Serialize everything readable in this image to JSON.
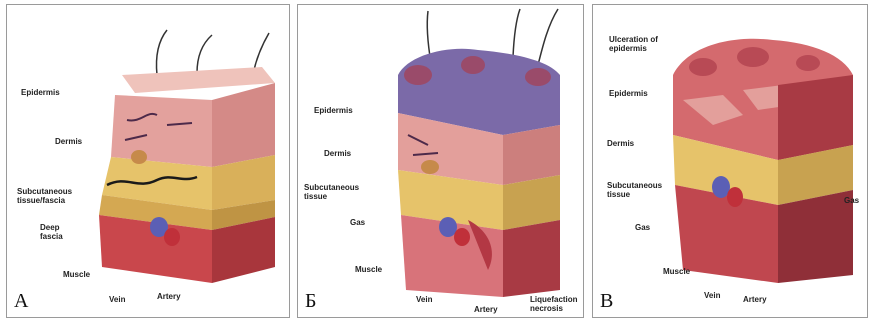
{
  "panels": [
    {
      "letter": "А",
      "labels": {
        "epidermis": "Epidermis",
        "dermis": "Dermis",
        "subcutaneous": "Subcutaneous tissue/fascia",
        "deep_fascia": "Deep fascia",
        "muscle": "Muscle",
        "vein": "Vein",
        "artery": "Artery"
      }
    },
    {
      "letter": "Б",
      "labels": {
        "epidermis": "Epidermis",
        "dermis": "Dermis",
        "subcutaneous": "Subcutaneous tissue",
        "gas": "Gas",
        "muscle": "Muscle",
        "vein": "Vein",
        "artery": "Artery",
        "liquefaction": "Liquefaction necrosis"
      }
    },
    {
      "letter": "В",
      "labels": {
        "ulceration": "Ulceration of epidermis",
        "epidermis": "Epidermis",
        "dermis": "Dermis",
        "subcutaneous": "Subcutaneous tissue",
        "gas_right": "Gas",
        "gas_left": "Gas",
        "muscle": "Muscle",
        "vein": "Vein",
        "artery": "Artery"
      }
    }
  ],
  "colors": {
    "skin_top": "#e8b3ad",
    "dermis": "#dd8f8e",
    "fat": "#e6c36a",
    "muscle": "#c23f45",
    "necrosis": "#7b6aa8",
    "vein": "#5b5fb5",
    "artery": "#c0303a"
  }
}
